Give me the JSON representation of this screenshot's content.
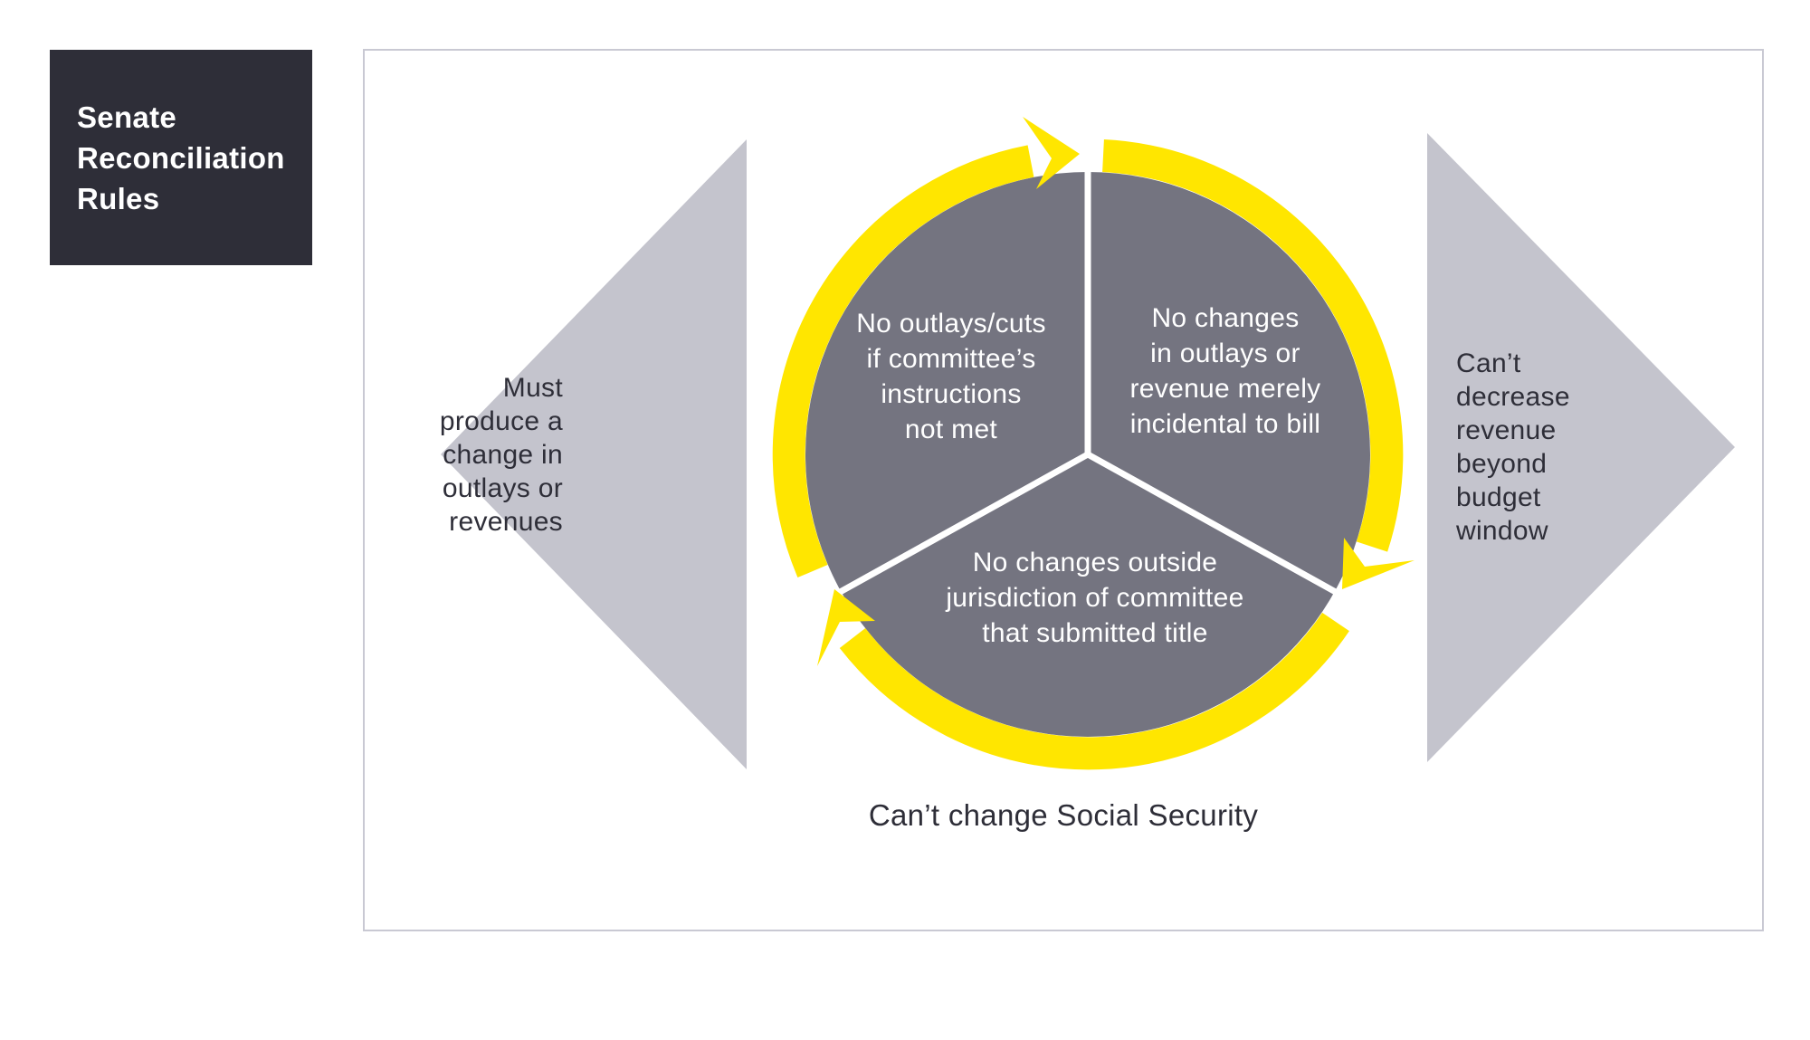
{
  "title": {
    "lines": [
      "Senate",
      "Reconciliation",
      "Rules"
    ]
  },
  "left_triangle": {
    "lines": [
      "Must",
      "produce a",
      "change in",
      "outlays or",
      "revenues"
    ]
  },
  "right_triangle": {
    "lines": [
      "Can’t",
      "decrease",
      "revenue",
      "beyond",
      "budget",
      "window"
    ]
  },
  "cycle": {
    "top_left_segment": {
      "lines": [
        "No outlays/cuts",
        "if committee’s",
        "instructions",
        "not met"
      ]
    },
    "top_right_segment": {
      "lines": [
        "No changes",
        "in outlays or",
        "revenue merely",
        "incidental to bill"
      ]
    },
    "bottom_segment": {
      "lines": [
        "No changes outside",
        "jurisdiction of committee",
        "that submitted title"
      ]
    }
  },
  "caption": "Can’t change Social Security",
  "colors": {
    "yellow": "#FFE600",
    "dark_navy": "#2e2e38",
    "circle_gray": "#747480",
    "triangle_gray": "#c4c4cd",
    "white": "#ffffff"
  }
}
